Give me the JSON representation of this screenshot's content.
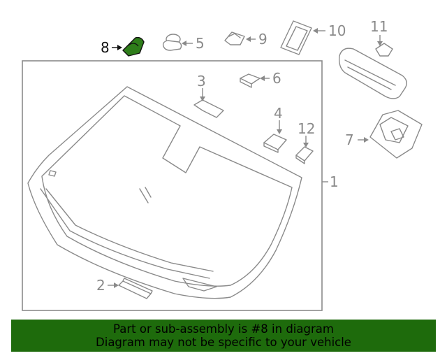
{
  "diagram": {
    "highlight_color": "#2e7d1a",
    "callouts": {
      "c1": "1",
      "c2": "2",
      "c3": "3",
      "c4": "4",
      "c5": "5",
      "c6": "6",
      "c7": "7",
      "c8": "8",
      "c9": "9",
      "c10": "10",
      "c11": "11",
      "c12": "12"
    }
  },
  "banner": {
    "background": "#1e6b0c",
    "line1": "Part or sub-assembly is #8 in diagram",
    "line2": "Diagram may not be specific to your vehicle"
  }
}
